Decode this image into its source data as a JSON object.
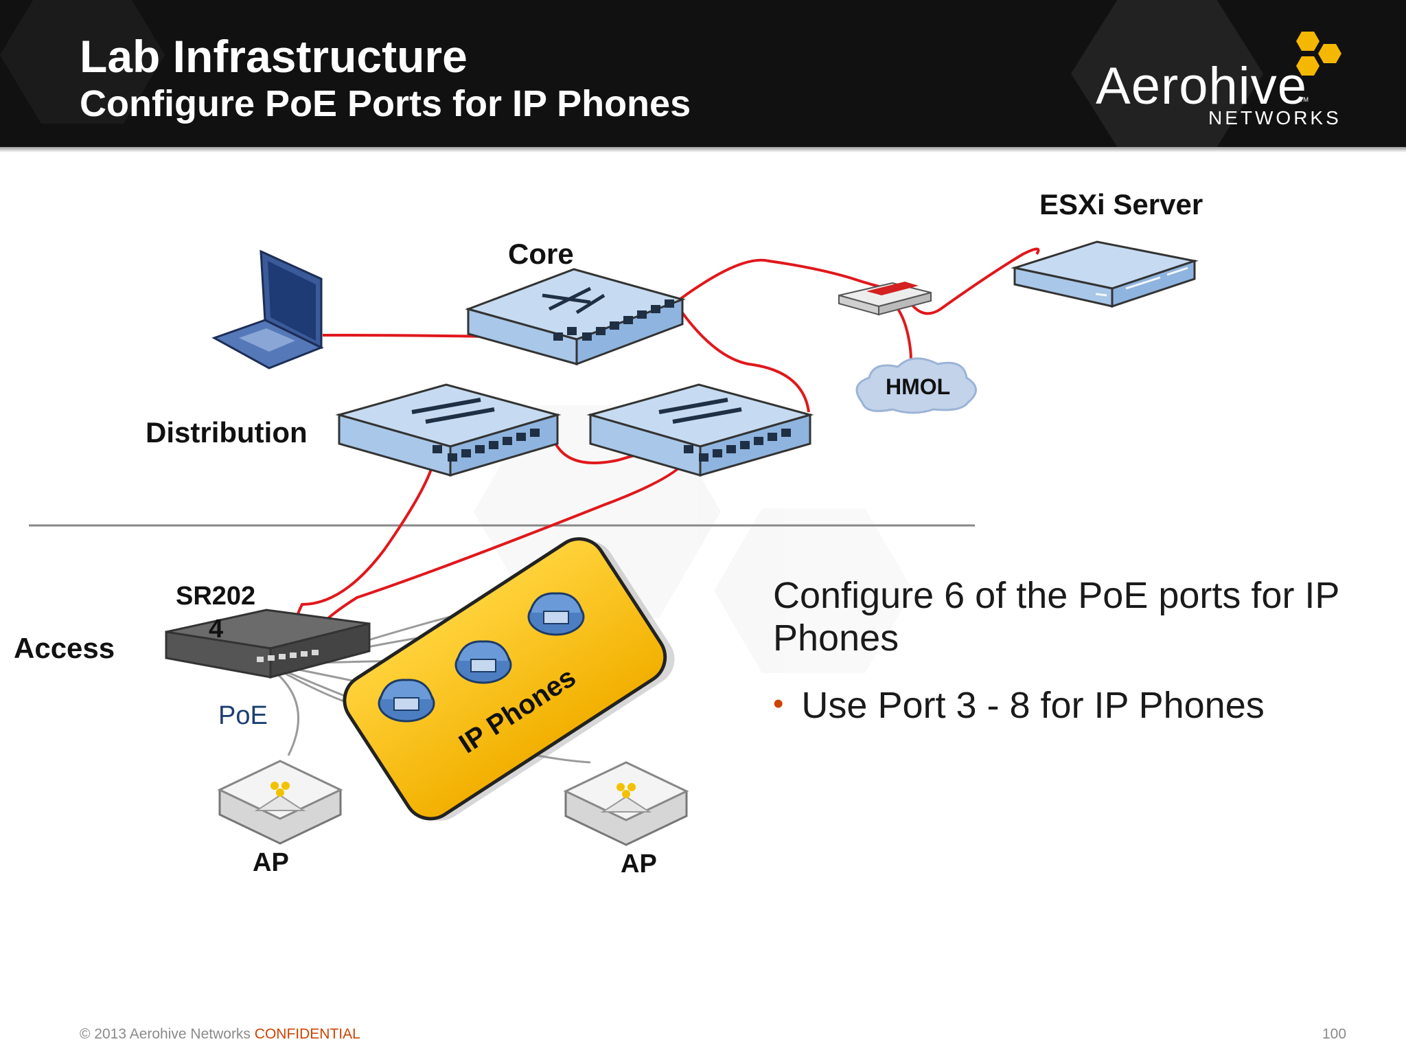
{
  "header": {
    "title": "Lab Infrastructure",
    "subtitle": "Configure PoE Ports for IP Phones",
    "logo": {
      "word": "Aerohive",
      "sub": "NETWORKS",
      "tm": "TM"
    }
  },
  "diagram": {
    "labels": {
      "core": "Core",
      "esxi": "ESXi Server",
      "distribution": "Distribution",
      "hmol": "HMOL",
      "access": "Access",
      "sr_line1": "SR202",
      "sr_line2": "4",
      "poe": "PoE",
      "ip_phones": "IP Phones",
      "ap_left": "AP",
      "ap_right": "AP"
    },
    "colors": {
      "cable": "#e0181c",
      "switch_blue": "#a9c7e8",
      "phones_box": "#f9be12"
    }
  },
  "content": {
    "main_text": "Configure 6 of the PoE ports for IP Phones",
    "bullet": "Use Port 3 - 8 for IP Phones"
  },
  "footer": {
    "copyright": "© 2013 Aerohive Networks",
    "confidential": "CONFIDENTIAL",
    "page": "100"
  }
}
